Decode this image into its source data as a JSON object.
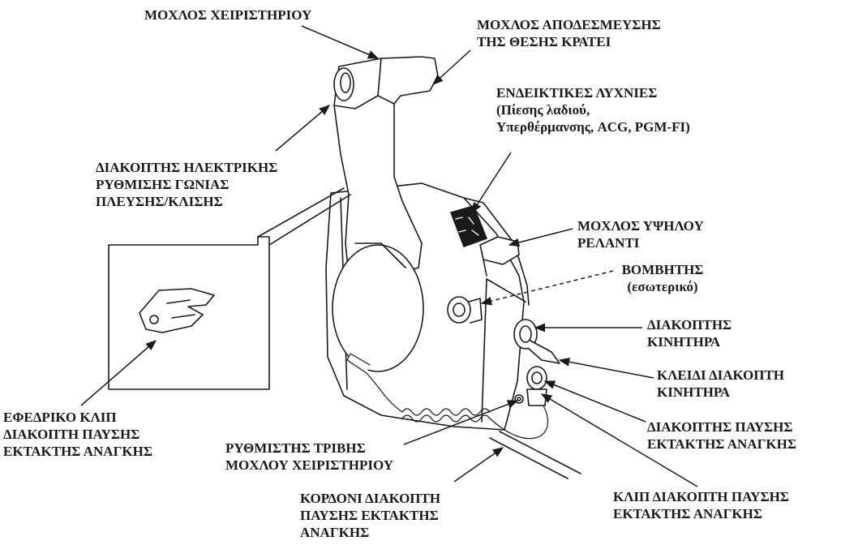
{
  "labels": {
    "control_lever": {
      "lines": [
        "ΜΟΧΛΟΣ ΧΕΙΡΙΣΤΗΡΙΟΥ"
      ]
    },
    "neutral_release_lever": {
      "lines": [
        "ΜΟΧΛΟΣ ΑΠΟΔΕΣΜΕΥΣΗΣ",
        "ΤΗΣ ΘΕΣΗΣ ΚΡΑΤΕΙ"
      ]
    },
    "indicator_lights": {
      "lines": [
        "ΕΝΔΕΙΚΤΙΚΕΣ ΛΥΧΝΙΕΣ",
        "(Πίεσης λαδιού,",
        "Υπερθέρμανσης, ACG, PGM-FI)"
      ]
    },
    "power_trim_tilt_switch": {
      "lines": [
        "ΔΙΑΚΟΠΤΗΣ ΗΛΕΚΤΡΙΚΗΣ",
        "ΡΥΘΜΙΣΗΣ ΓΩΝΙΑΣ",
        "ΠΛΕΥΣΗΣ/ΚΛΙΣΗΣ"
      ]
    },
    "fast_idle_lever": {
      "lines": [
        "ΜΟΧΛΟΣ ΥΨΗΛΟΥ",
        "ΡΕΛΑΝΤΙ"
      ]
    },
    "buzzer": {
      "lines": [
        "ΒΟΜΒΗΤΗΣ",
        "(εσωτερικό)"
      ]
    },
    "engine_switch": {
      "lines": [
        "ΔΙΑΚΟΠΤΗΣ",
        "ΚΙΝΗΤΗΡΑ"
      ]
    },
    "engine_switch_key": {
      "lines": [
        "ΚΛΕΙΔΙ ΔΙΑΚΟΠΤΗ",
        "ΚΙΝΗΤΗΡΑ"
      ]
    },
    "spare_stop_clip": {
      "lines": [
        "ΕΦΕΔΡΙΚΟ ΚΛΙΠ",
        "ΔΙΑΚΟΠΤΗ ΠΑΥΣΗΣ",
        "ΕΚΤΑΚΤΗΣ ΑΝΑΓΚΗΣ"
      ]
    },
    "friction_adjuster": {
      "lines": [
        "ΡΥΘΜΙΣΤΗΣ ΤΡΙΒΗΣ",
        "ΜΟΧΛΟΥ ΧΕΙΡΙΣΤΗΡΙΟΥ"
      ]
    },
    "emergency_stop_switch": {
      "lines": [
        "ΔΙΑΚΟΠΤΗΣ ΠΑΥΣΗΣ",
        "ΕΚΤΑΚΤΗΣ ΑΝΑΓΚΗΣ"
      ]
    },
    "emergency_stop_lanyard": {
      "lines": [
        "ΚΟΡΔΟΝΙ ΔΙΑΚΟΠΤΗ",
        "ΠΑΥΣΗΣ ΕΚΤΑΚΤΗΣ",
        "ΑΝΑΓΚΗΣ"
      ]
    },
    "emergency_stop_clip": {
      "lines": [
        "ΚΛΙΠ ΔΙΑΚΟΠΤΗ ΠΑΥΣΗΣ",
        "ΕΚΤΑΚΤΗΣ ΑΝΑΓΚΗΣ"
      ]
    }
  },
  "colors": {
    "ink": "#1a1a1a",
    "background": "#ffffff"
  }
}
